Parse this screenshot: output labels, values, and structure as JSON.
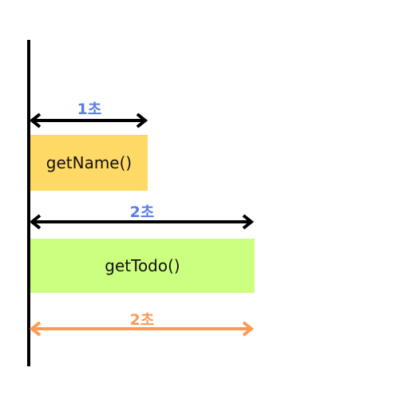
{
  "steps": [
    {
      "function": "getName()",
      "duration": "1초",
      "box_color": "#ffd966",
      "arrow_color": "#000000",
      "label_color": "#5b7de8"
    },
    {
      "function": "getTodo()",
      "duration": "2초",
      "box_color": "#ccff80",
      "arrow_color": "#000000",
      "label_color": "#5b7de8"
    }
  ],
  "total": {
    "duration": "2초",
    "arrow_color": "#ff9955",
    "label_color": "#ff9955"
  }
}
